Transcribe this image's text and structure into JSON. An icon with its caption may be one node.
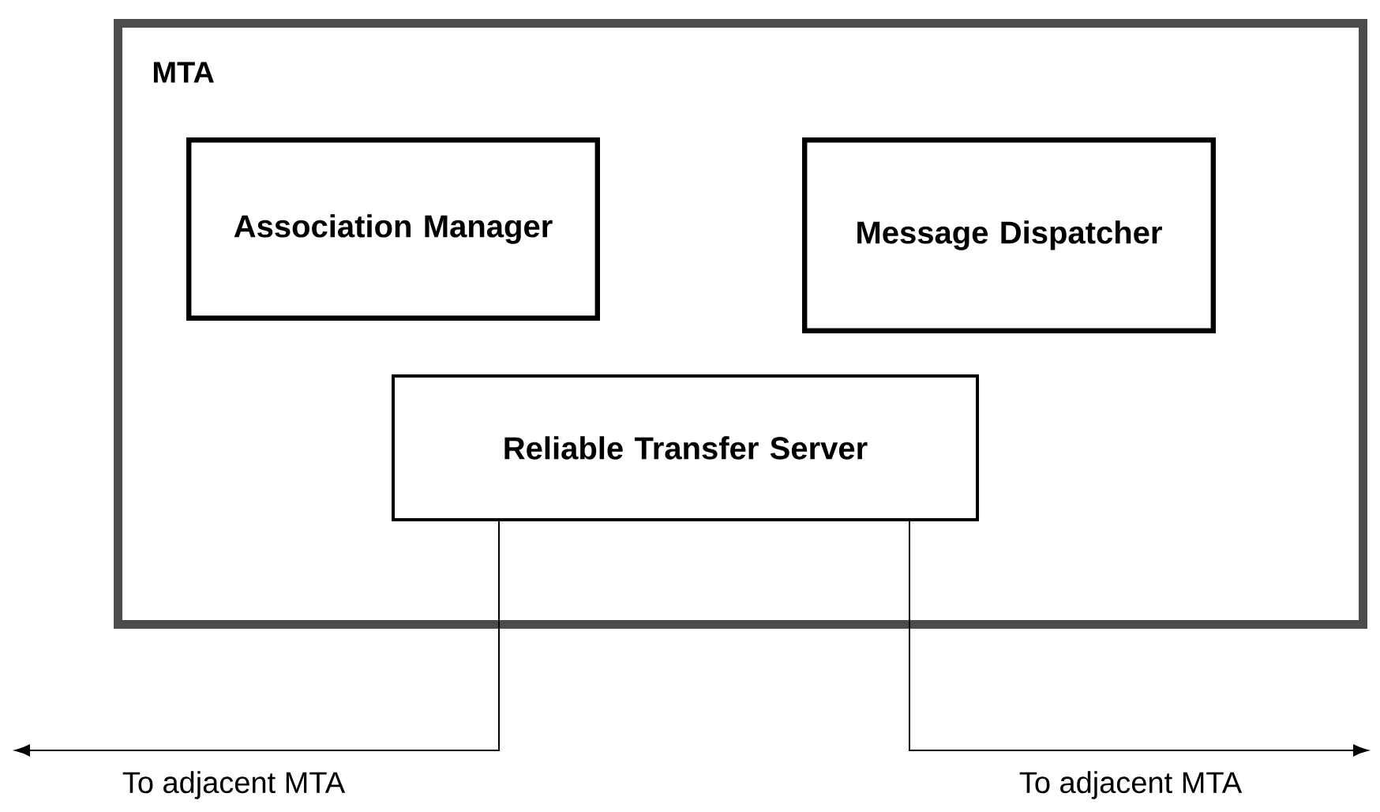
{
  "diagram": {
    "nodes": [
      {
        "text": [
          "MTA"
        ]
      },
      {
        "text": [
          "Association Manager"
        ],
        "in": 0
      },
      {
        "text": [
          "Message Dispatcher"
        ],
        "in": 0
      },
      {
        "text": [
          "Reliable Transfer Server"
        ],
        "in": 0
      }
    ],
    "edges": [
      {
        "from": 3,
        "to": null,
        "arrow": "to",
        "label": "To adjacent MTA"
      },
      {
        "from": 3,
        "to": null,
        "arrow": "to",
        "label": "To adjacent MTA"
      }
    ]
  }
}
